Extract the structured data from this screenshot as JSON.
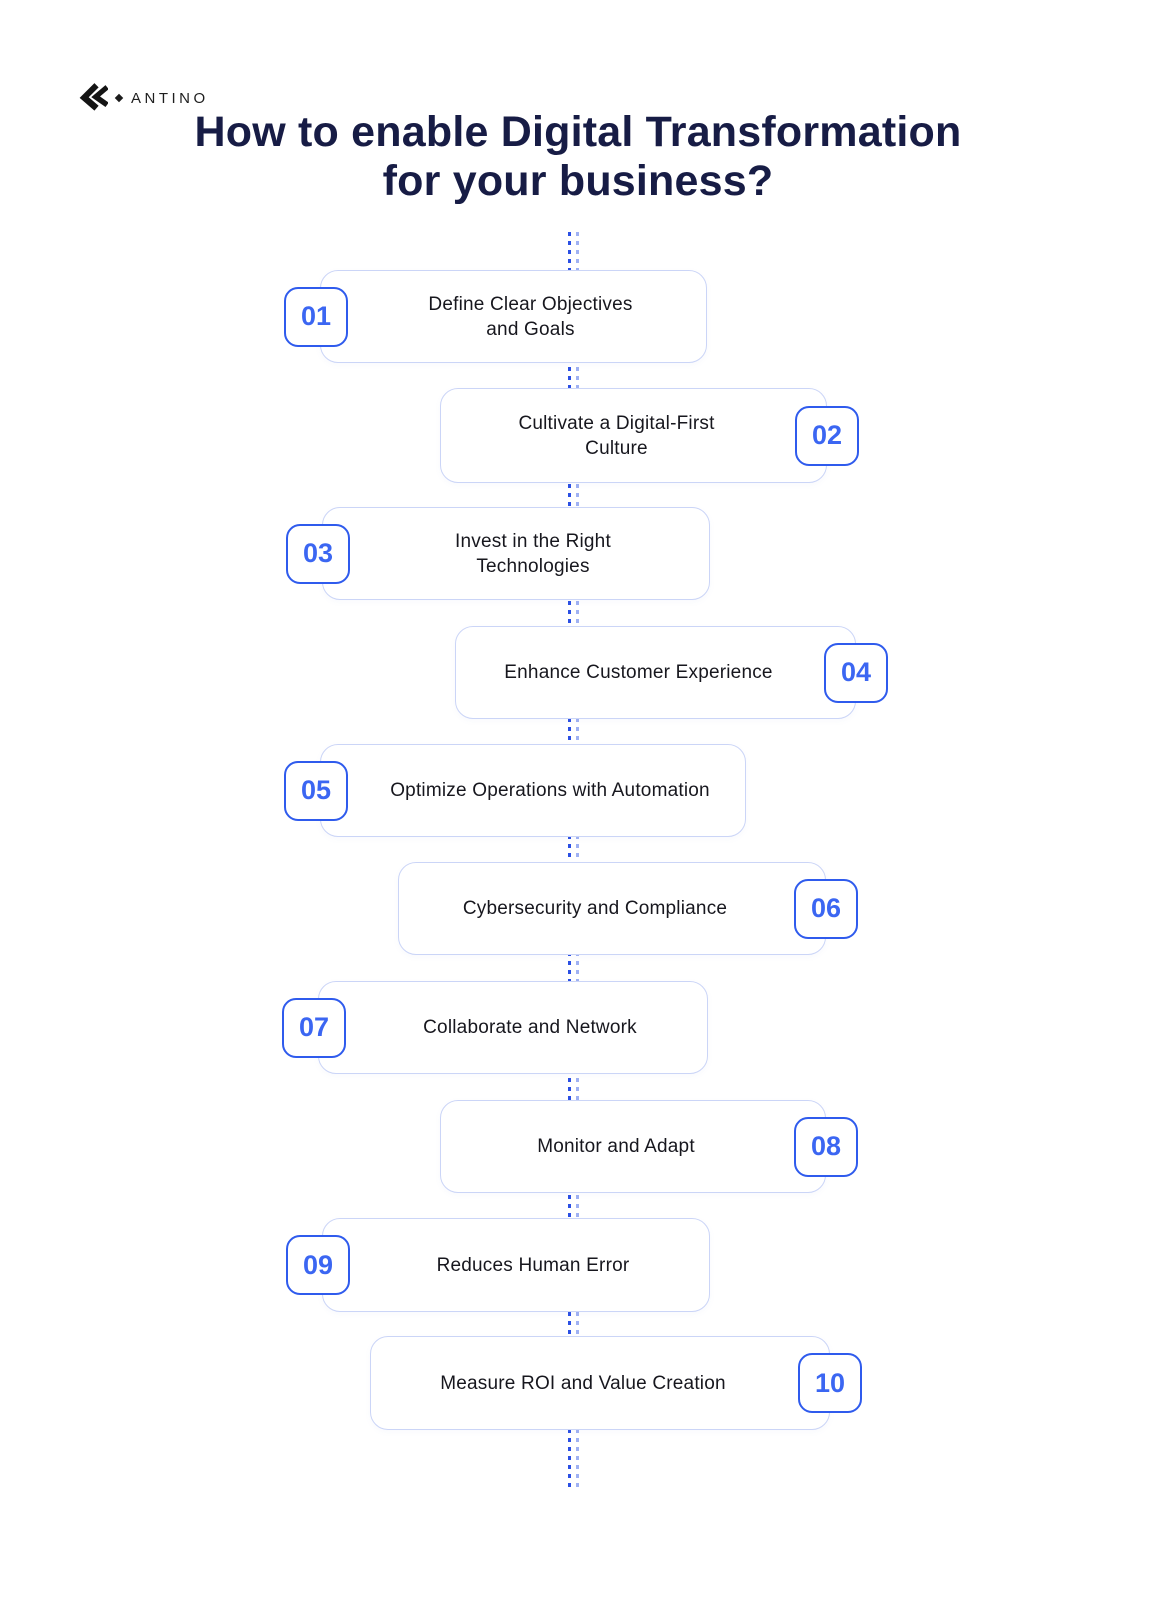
{
  "brand": {
    "name": "ANTINO",
    "logo_icon": "double-chevron-icon"
  },
  "title": {
    "line1": "How to enable Digital Transformation",
    "line2": "for your business?"
  },
  "colors": {
    "accent_blue": "#2F5BED",
    "number_blue": "#3B66F2",
    "box_border": "#CBD5F7",
    "title_navy": "#171C45",
    "step_text": "#17171E",
    "flow_line_dark": "#2B4FE4",
    "flow_line_light": "#9FB1F3"
  },
  "steps": [
    {
      "number": "01",
      "label": "Define Clear Objectives\nand Goals",
      "side": "left"
    },
    {
      "number": "02",
      "label": "Cultivate a Digital-First\nCulture",
      "side": "right"
    },
    {
      "number": "03",
      "label": "Invest in the Right\nTechnologies",
      "side": "left"
    },
    {
      "number": "04",
      "label": "Enhance Customer Experience",
      "side": "right"
    },
    {
      "number": "05",
      "label": "Optimize Operations with Automation",
      "side": "left"
    },
    {
      "number": "06",
      "label": "Cybersecurity and Compliance",
      "side": "right"
    },
    {
      "number": "07",
      "label": "Collaborate and Network",
      "side": "left"
    },
    {
      "number": "08",
      "label": "Monitor and Adapt",
      "side": "right"
    },
    {
      "number": "09",
      "label": "Reduces Human Error",
      "side": "left"
    },
    {
      "number": "10",
      "label": "Measure ROI and Value Creation",
      "side": "right"
    }
  ]
}
